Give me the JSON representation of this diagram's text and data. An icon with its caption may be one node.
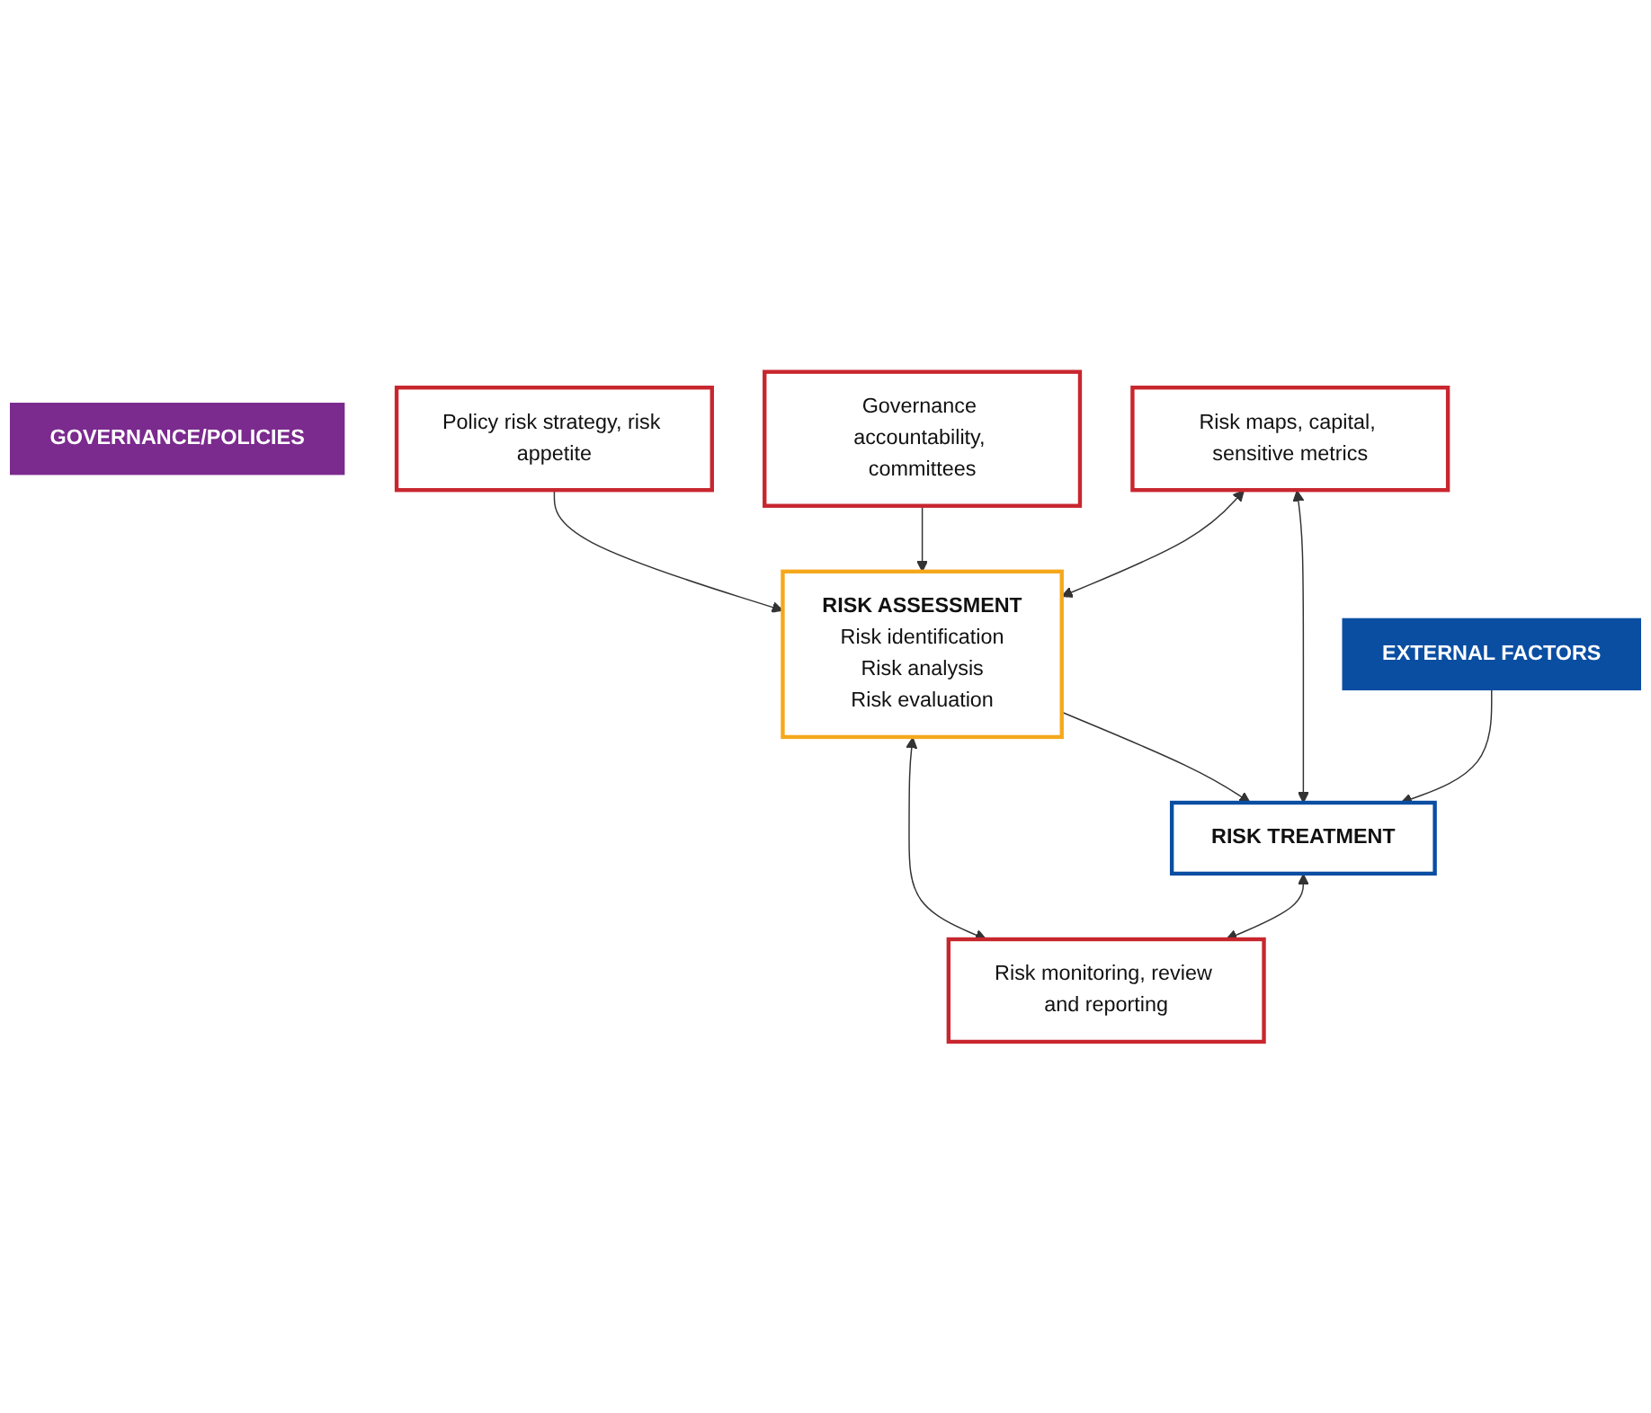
{
  "diagram": {
    "nodes": [
      {
        "text": [
          "GOVERNANCE/POLICIES"
        ]
      },
      {
        "text": [
          "Policy risk strategy, risk appetite"
        ]
      },
      {
        "text": [
          "Governance accountability, committees"
        ]
      },
      {
        "text": [
          "Risk maps, capital, sensitive metrics"
        ]
      },
      {
        "text": [
          "RISK ASSESSMENT",
          "Risk identification",
          "Risk analysis",
          "Risk evaluation"
        ]
      },
      {
        "text": [
          "Risk monitoring, review and reporting"
        ]
      },
      {
        "text": [
          "RISK TREATMENT"
        ]
      },
      {
        "text": [
          "EXTERNAL FACTORS"
        ]
      }
    ],
    "edges": [
      {
        "from": 1,
        "to": 4,
        "arrow": "to"
      },
      {
        "from": 2,
        "to": 4,
        "arrow": "to"
      },
      {
        "from": 3,
        "to": 4,
        "arrow": "both"
      },
      {
        "from": 4,
        "to": 5,
        "arrow": "both"
      },
      {
        "from": 4,
        "to": 6,
        "arrow": "to"
      },
      {
        "from": 3,
        "to": 6,
        "arrow": "both"
      },
      {
        "from": 6,
        "to": 5,
        "arrow": "both"
      },
      {
        "from": 7,
        "to": 6,
        "arrow": "to"
      }
    ]
  }
}
